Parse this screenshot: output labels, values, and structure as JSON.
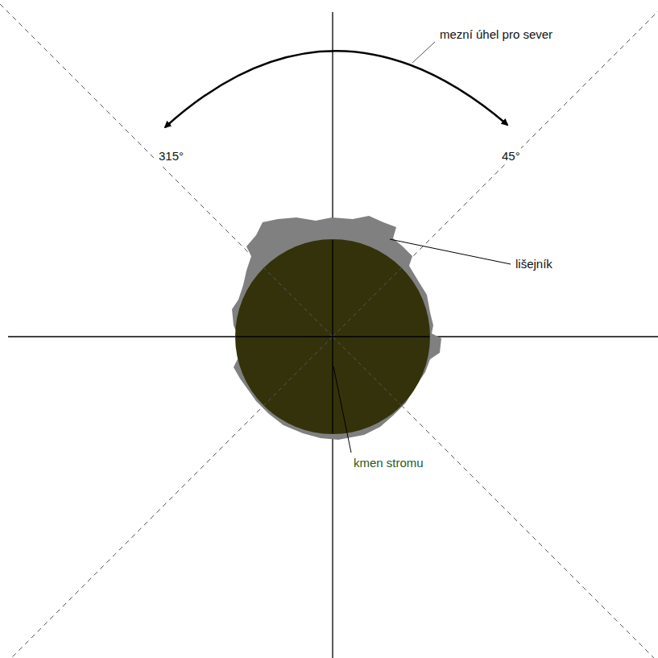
{
  "diagram": {
    "labels": [
      "mezní úhel pro sever",
      "315°",
      "45°",
      "lišejník",
      "kmen stromu"
    ]
  }
}
